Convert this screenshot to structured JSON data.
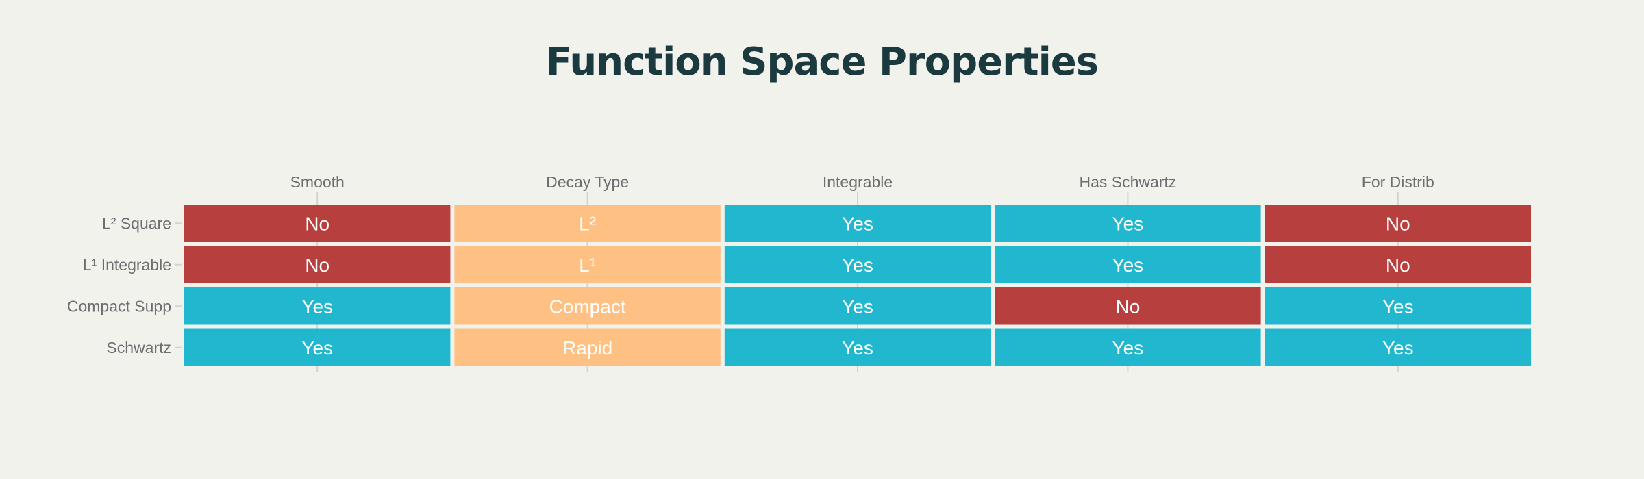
{
  "chart_data": {
    "type": "heatmap",
    "title": "Function Space Properties",
    "xlabel": "",
    "ylabel": "",
    "columns": [
      "Smooth",
      "Decay Type",
      "Integrable",
      "Has Schwartz",
      "For Distrib"
    ],
    "rows": [
      "L² Square",
      "L¹ Integrable",
      "Compact Supp",
      "Schwartz"
    ],
    "cells": [
      [
        "No",
        "L²",
        "Yes",
        "Yes",
        "No"
      ],
      [
        "No",
        "L¹",
        "Yes",
        "Yes",
        "No"
      ],
      [
        "Yes",
        "Compact",
        "Yes",
        "No",
        "Yes"
      ],
      [
        "Yes",
        "Rapid",
        "Yes",
        "Yes",
        "Yes"
      ]
    ],
    "color_map": {
      "Yes": "#21b8cf",
      "No": "#b7403f",
      "category": "#fec083"
    },
    "grid": false
  }
}
